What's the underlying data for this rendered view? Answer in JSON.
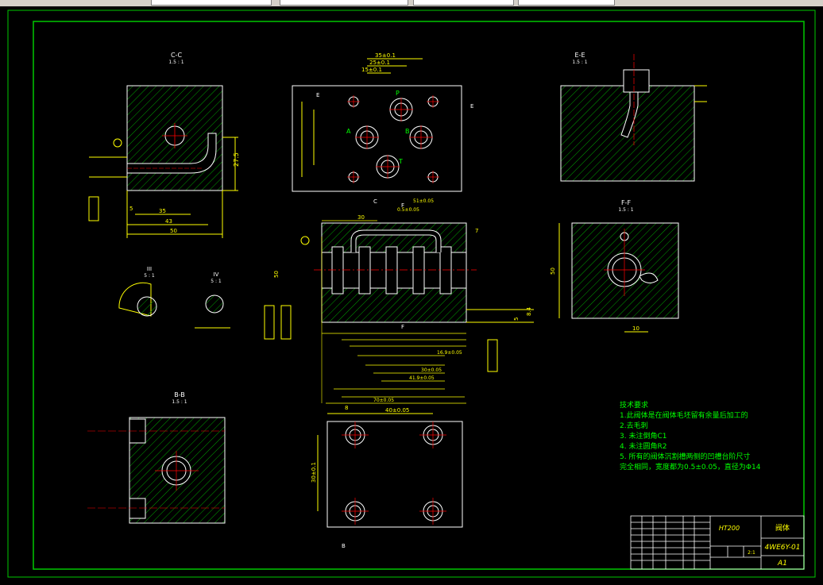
{
  "views": {
    "cc": {
      "title": "C-C",
      "scale": "1.5 : 1"
    },
    "ee": {
      "title": "E-E",
      "scale": "1.5 : 1"
    },
    "ff": {
      "title": "F-F",
      "scale": "1.5 : 1"
    },
    "bb": {
      "title": "B-B",
      "scale": "1.5 : 1"
    },
    "detail3": {
      "title": "III",
      "scale": "5 : 1"
    },
    "detail4": {
      "title": "IV",
      "scale": "5 : 1"
    }
  },
  "ports": {
    "p": "P",
    "a": "A",
    "b": "B",
    "t": "T"
  },
  "section_marks": {
    "e": "E",
    "c": "C",
    "f": "F",
    "b": "B"
  },
  "dims": {
    "cc_dim1": "27.5",
    "cc_dim2": "35",
    "cc_dim3": "43",
    "cc_dim4": "50",
    "cc_dim5": "5",
    "top_dim1": "35±0.1",
    "top_dim2": "25±0.1",
    "top_dim3": "15±0.1",
    "main_dim1": "30",
    "main_dim2": "0.5±0.05",
    "main_dim3": "7",
    "main_dim4": "51±0.05",
    "main_dim5": "16.9±0.05",
    "main_dim6": "30±0.05",
    "main_dim7": "41.9±0.05",
    "main_dim8": "70±0.05",
    "main_dim9": "8.4",
    "main_dim10": "5",
    "main_dim11": "50",
    "ff_dim": "10",
    "ff_height": "50",
    "bottom_dim1": "40±0.05",
    "bottom_dim2": "8",
    "bottom_dim3": "30±0.1"
  },
  "tech_req": {
    "title": "技术要求",
    "lines": [
      "1.此阀体是在阀体毛坯留有余量后加工的",
      "2.去毛刺",
      "3. 未注倒角C1",
      "4. 未注圆角R2",
      "5. 所有的阀体沉割槽两侧的凹槽台阶尺寸",
      "完全相同，宽度都为0.5±0.05，直径为Φ14"
    ]
  },
  "title_block": {
    "material": "HT200",
    "part_name": "阀体",
    "drawing_no": "4WE6Y-01",
    "sheet": "A1",
    "scale": "2:1"
  },
  "colors": {
    "frame": "#00c800",
    "outline": "#ffffff",
    "dimension": "#ffff00",
    "hatch": "#00a000",
    "center": "#ff0000",
    "text_green": "#00ff00"
  }
}
